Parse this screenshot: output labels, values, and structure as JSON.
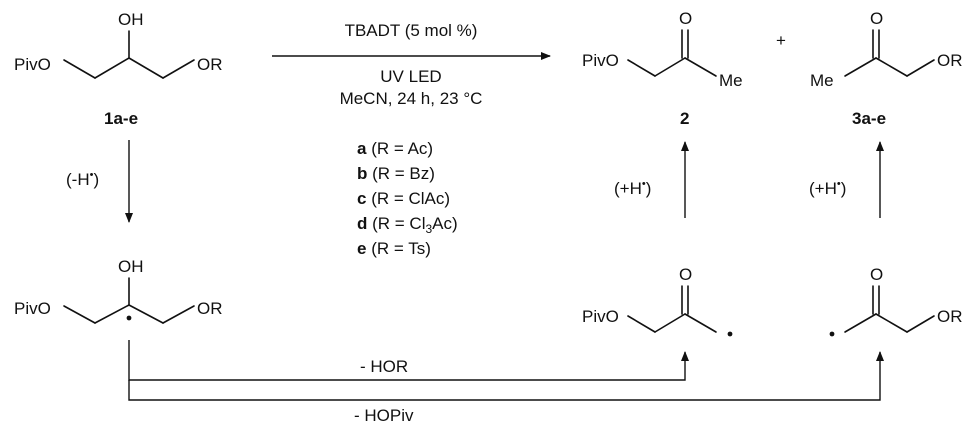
{
  "reaction": {
    "catalyst": "TBADT (5 mol %)",
    "light": "UV LED",
    "conditions": "MeCN, 24 h, 23 °C",
    "variants": [
      {
        "letter": "a",
        "text": " (R = Ac)"
      },
      {
        "letter": "b",
        "text": " (R = Bz)"
      },
      {
        "letter": "c",
        "text": " (R = ClAc)"
      },
      {
        "letter": "d",
        "text_pre": " (R = Cl",
        "text_sub": "3",
        "text_post": "Ac)"
      },
      {
        "letter": "e",
        "text": " (R = Ts)"
      }
    ],
    "plus": "+"
  },
  "compounds": {
    "substrate": {
      "label": "1a-e",
      "oh": "OH",
      "piv_o": "PivO",
      "or": "OR"
    },
    "product_2": {
      "label": "2",
      "o": "O",
      "piv_o": "PivO",
      "me": "Me"
    },
    "product_3": {
      "label": "3a-e",
      "o": "O",
      "me": "Me",
      "or": "OR"
    },
    "radical_1": {
      "oh": "OH",
      "piv_o": "PivO",
      "or": "OR"
    },
    "radical_2": {
      "o": "O",
      "piv_o": "PivO"
    },
    "radical_3": {
      "o": "O",
      "or": "OR"
    }
  },
  "steps": {
    "hat_abstraction": {
      "pre": "(-H",
      "post": ")"
    },
    "hat_donation_left": {
      "pre": "(+H",
      "post": ")"
    },
    "hat_donation_right": {
      "pre": "(+H",
      "post": ")"
    },
    "elimination_hor": "- HOR",
    "elimination_hopiv": "- HOPiv"
  }
}
